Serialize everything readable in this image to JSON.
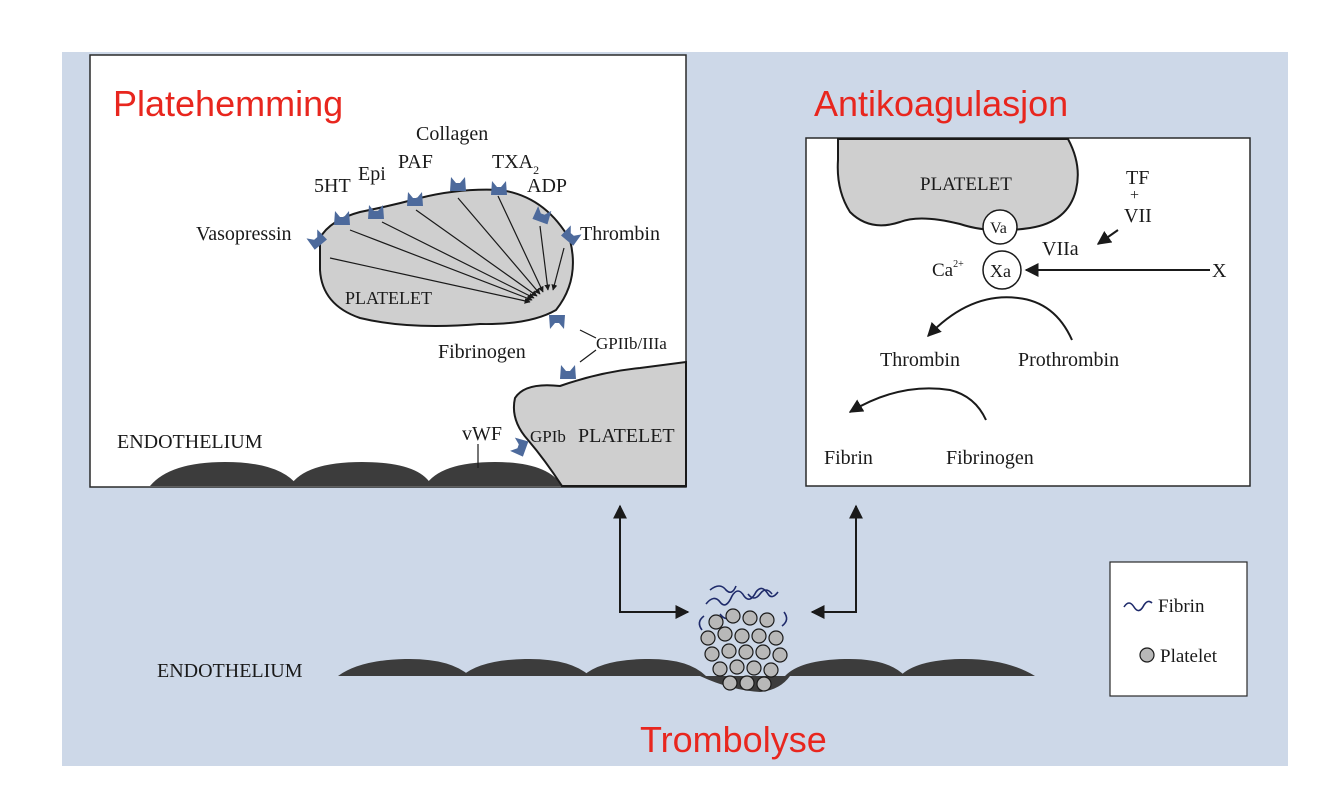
{
  "headings": {
    "left": "Platehemming",
    "right": "Antikoagulasjon",
    "bottom": "Trombolyse"
  },
  "left_panel": {
    "receptor_labels": {
      "vasopressin": "Vasopressin",
      "sht": "5HT",
      "epi": "Epi",
      "paf": "PAF",
      "collagen": "Collagen",
      "txa": "TXA",
      "txa_sub": "2",
      "adp": "ADP",
      "thrombin": "Thrombin"
    },
    "platelet_top": "PLATELET",
    "fibrinogen": "Fibrinogen",
    "gpiib": "GPIIb/IIIa",
    "vwf": "vWF",
    "gpib": "GPIb",
    "platelet_bottom": "PLATELET",
    "endothelium": "ENDOTHELIUM"
  },
  "right_panel": {
    "platelet": "PLATELET",
    "tf": "TF",
    "plus": "+",
    "vii": "VII",
    "viia": "VIIa",
    "va": "Va",
    "xa": "Xa",
    "ca": "Ca",
    "ca_sup": "2+",
    "x": "X",
    "thrombin": "Thrombin",
    "prothrombin": "Prothrombin",
    "fibrin": "Fibrin",
    "fibrinogen": "Fibrinogen"
  },
  "bottom": {
    "endothelium": "ENDOTHELIUM"
  },
  "legend": {
    "fibrin": "Fibrin",
    "platelet": "Platelet"
  },
  "colors": {
    "heading_red": "#e8261e",
    "background_blue": "#cdd8e8",
    "receptor_blue": "#4d6a9c",
    "platelet_gray": "#cfcfcf",
    "endothelium_dark": "#3c3c3c"
  }
}
